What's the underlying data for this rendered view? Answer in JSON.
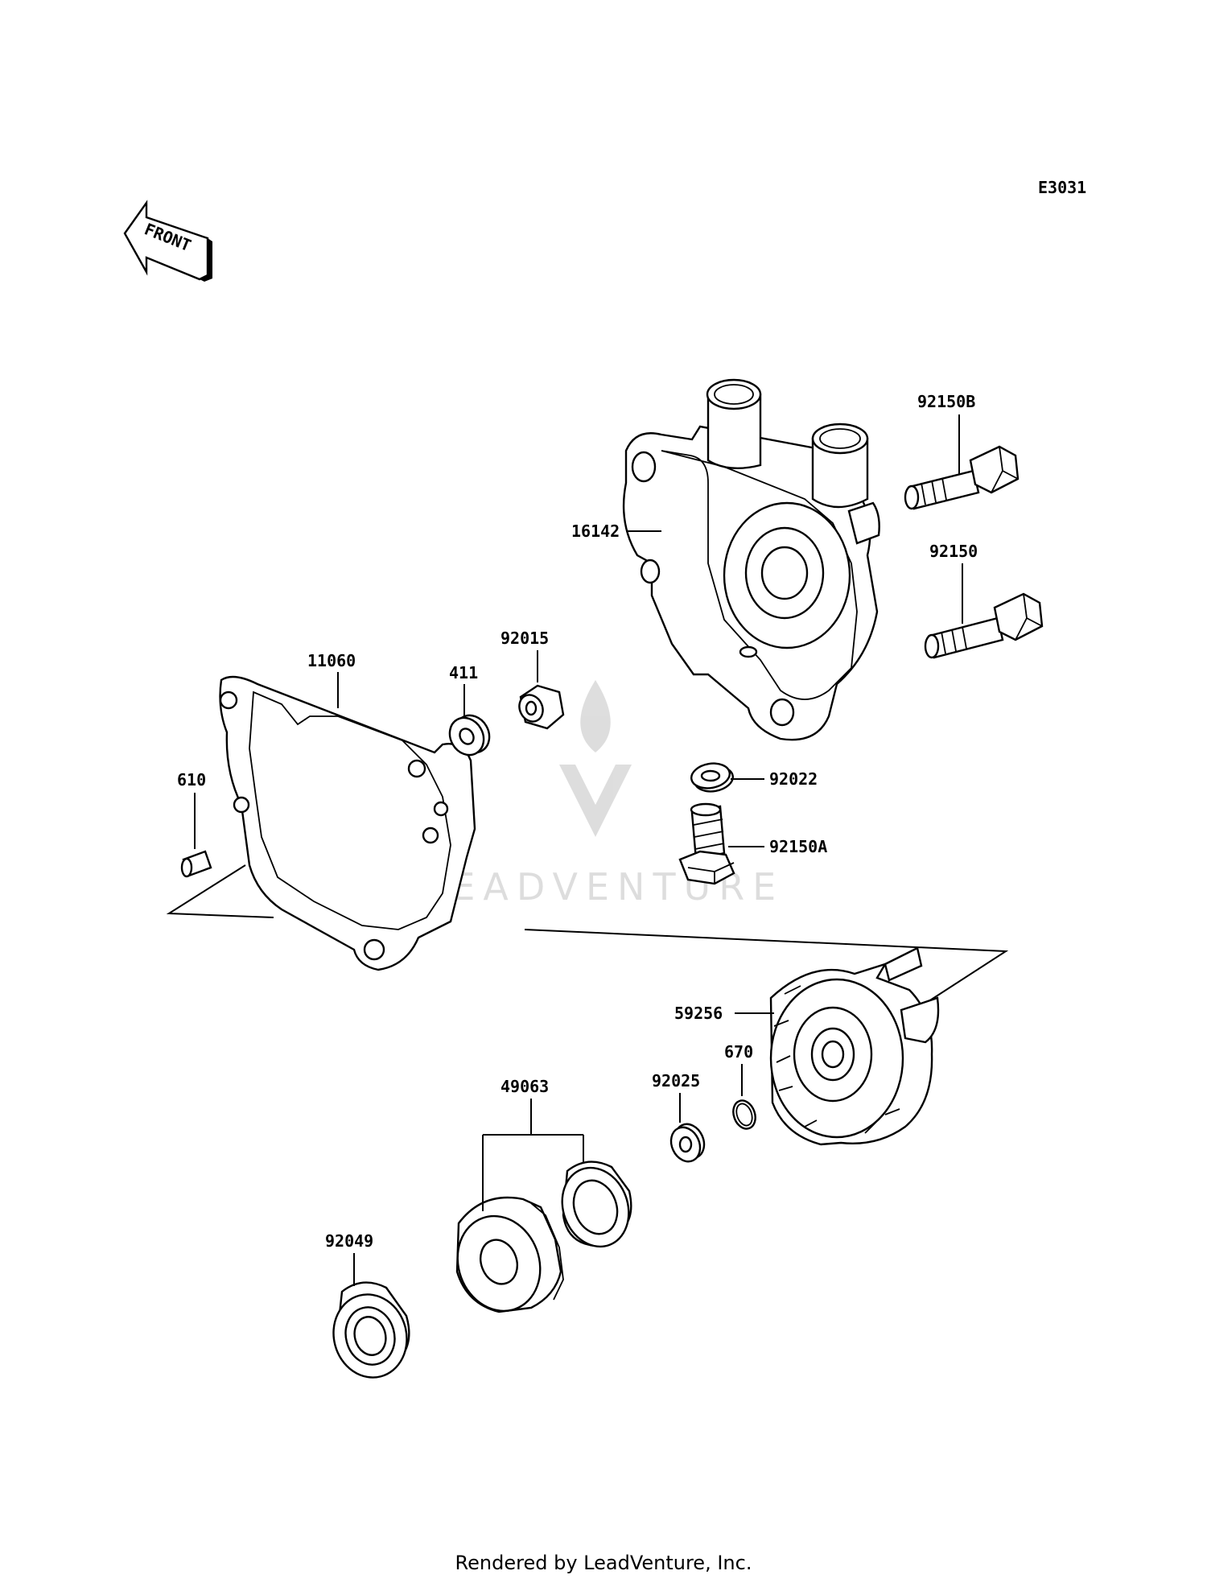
{
  "diagram_code": "E3031",
  "front_label": "FRONT",
  "watermark": "LEADVENTURE",
  "footer": "Rendered by LeadVenture, Inc.",
  "parts": [
    {
      "id": "92150B",
      "label": "92150B"
    },
    {
      "id": "16142",
      "label": "16142"
    },
    {
      "id": "92150",
      "label": "92150"
    },
    {
      "id": "11060",
      "label": "11060"
    },
    {
      "id": "411",
      "label": "411"
    },
    {
      "id": "92015",
      "label": "92015"
    },
    {
      "id": "610",
      "label": "610"
    },
    {
      "id": "92022",
      "label": "92022"
    },
    {
      "id": "92150A",
      "label": "92150A"
    },
    {
      "id": "59256",
      "label": "59256"
    },
    {
      "id": "670",
      "label": "670"
    },
    {
      "id": "92025",
      "label": "92025"
    },
    {
      "id": "49063",
      "label": "49063"
    },
    {
      "id": "92049",
      "label": "92049"
    }
  ]
}
